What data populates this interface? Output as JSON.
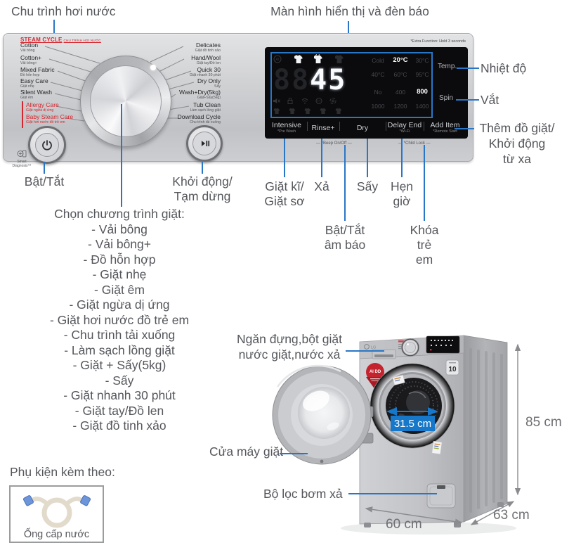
{
  "callouts": {
    "steam_cycle": "Chu trình hơi nước",
    "display": "Màn hình hiển thị và đèn báo",
    "temp": "Nhiệt độ",
    "spin": "Vắt",
    "add_item": "Thêm đồ giặt/\nKhởi động\ntừ xa",
    "power": "Bật/Tắt",
    "start_pause": "Khởi động/\nTạm dừng",
    "prewash": "Giặt kĩ/\nGiặt sơ",
    "rinse": "Xả",
    "dry": "Sấy",
    "delay": "Hẹn\ngiờ",
    "beep": "Bật/Tắt\nâm báo",
    "child_lock": "Khóa\ntrẻ\nem",
    "drawer": "Ngăn đựng,bột giặt\nnước giặt,nước xả",
    "door": "Cửa máy giặt",
    "filter": "Bộ lọc bơm xả"
  },
  "program_list": {
    "title": "Chọn chương trình giặt:",
    "items": [
      "- Vải bông",
      "- Vải bông+",
      "- Đồ hỗn hợp",
      "- Giặt nhẹ",
      "- Giặt êm",
      "- Giặt ngừa dị ứng",
      "- Giặt hơi nước đồ trẻ em",
      "- Chu trình tải xuống",
      "- Làm sạch lồng giặt",
      "- Giặt + Sấy(5kg)",
      "- Sấy",
      "- Giặt nhanh 30 phút",
      "- Giặt tay/Đồ len",
      "- Giặt đồ tinh xảo"
    ]
  },
  "panel": {
    "steam_cycle_en": "STEAM CYCLE",
    "steam_cycle_vi": "CHU TRÌNH HƠI NƯỚC",
    "smart_diagnosis": "Smart\nDiagnosis™",
    "extra_note": "*Extra Function: Hold 3 seconds",
    "programs_left": [
      {
        "en": "Cotton",
        "vi": "Vải bông"
      },
      {
        "en": "Cotton+",
        "vi": "Vải bông+"
      },
      {
        "en": "Mixed Fabric",
        "vi": "Đồ hỗn hợp"
      },
      {
        "en": "Easy Care",
        "vi": "Giặt nhẹ"
      },
      {
        "en": "Silent Wash",
        "vi": "Giặt êm"
      },
      {
        "en": "Allergy Care",
        "vi": "Giặt ngừa dị ứng"
      },
      {
        "en": "Baby Steam Care",
        "vi": "Giặt hơi nước đồ trẻ em"
      }
    ],
    "programs_right": [
      {
        "en": "Delicates",
        "vi": "Giặt đồ tinh xảo"
      },
      {
        "en": "Hand/Wool",
        "vi": "Giặt tay/Đồ len"
      },
      {
        "en": "Quick 30",
        "vi": "Giặt nhanh 30 phút"
      },
      {
        "en": "Dry Only",
        "vi": "Sấy"
      },
      {
        "en": "Wash+Dry(5kg)",
        "vi": "Giặt+Sấy(5kg)"
      },
      {
        "en": "Tub Clean",
        "vi": "Làm sạch lồng giặt"
      },
      {
        "en": "Download Cycle",
        "vi": "Chu trình tải xuống"
      }
    ],
    "display": {
      "time_dim": "88",
      "time": "45",
      "temp_options": [
        "Cold",
        "20°C",
        "30°C",
        "40°C",
        "60°C",
        "95°C"
      ],
      "spin_options": [
        "No",
        "400",
        "800",
        "1000",
        "1200",
        "1400"
      ],
      "temp_button": "Temp.",
      "spin_button": "Spin"
    },
    "buttons": [
      {
        "label": "Intensive",
        "sub": "*Pre Wash"
      },
      {
        "label": "Rinse+",
        "sub": ""
      },
      {
        "label": "Dry",
        "sub": ""
      },
      {
        "label": "Delay End",
        "sub": "*Wi-Fi"
      },
      {
        "label": "Add Item",
        "sub": "*Remote Start"
      }
    ],
    "beep_note": "— *Beep On/Off —",
    "child_note": "— *Child Lock —"
  },
  "accessory": {
    "title": "Phụ kiện kèm theo:",
    "hose": "Ống cấp nước"
  },
  "dimensions": {
    "height": "85 cm",
    "width": "60 cm",
    "depth": "63 cm",
    "door": "31.5 cm"
  },
  "machine": {
    "brand": "LG",
    "badge_ten": "10",
    "badge_ai": "AI DD"
  },
  "colors": {
    "callout_line": "#2a76c6",
    "accent_red": "#d6252e",
    "dimension_tag": "#1777c8"
  }
}
